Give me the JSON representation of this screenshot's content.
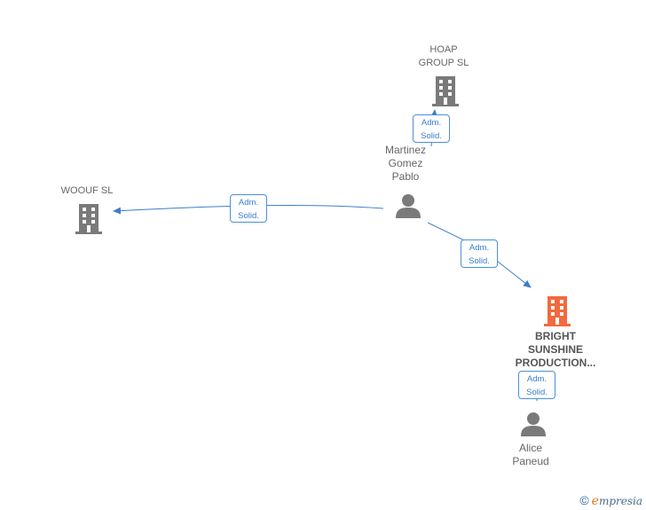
{
  "colors": {
    "edge": "#3b7dcc",
    "company": "#7a7a7a",
    "focus_company": "#f26a3d",
    "person": "#7a7a7a"
  },
  "nodes": {
    "hoap": {
      "line1": "HOAP",
      "line2": "GROUP  SL",
      "icon": "building-icon"
    },
    "woouf": {
      "line1": "WOOUF SL",
      "icon": "building-icon"
    },
    "martinez": {
      "line1": "Martinez",
      "line2": "Gomez",
      "line3": "Pablo",
      "icon": "person-icon"
    },
    "bright": {
      "line1": "BRIGHT",
      "line2": "SUNSHINE",
      "line3": "PRODUCTION...",
      "icon": "building-icon"
    },
    "alice": {
      "line1": "Alice",
      "line2": "Paneud",
      "icon": "person-icon"
    }
  },
  "edges": {
    "e1": {
      "line1": "Adm.",
      "line2": "Solid."
    },
    "e2": {
      "line1": "Adm.",
      "line2": "Solid."
    },
    "e3": {
      "line1": "Adm.",
      "line2": "Solid."
    },
    "e4": {
      "line1": "Adm.",
      "line2": "Solid."
    }
  },
  "footer": {
    "copyright": "©",
    "brand_initial": "e",
    "brand_rest": "mpresia"
  }
}
